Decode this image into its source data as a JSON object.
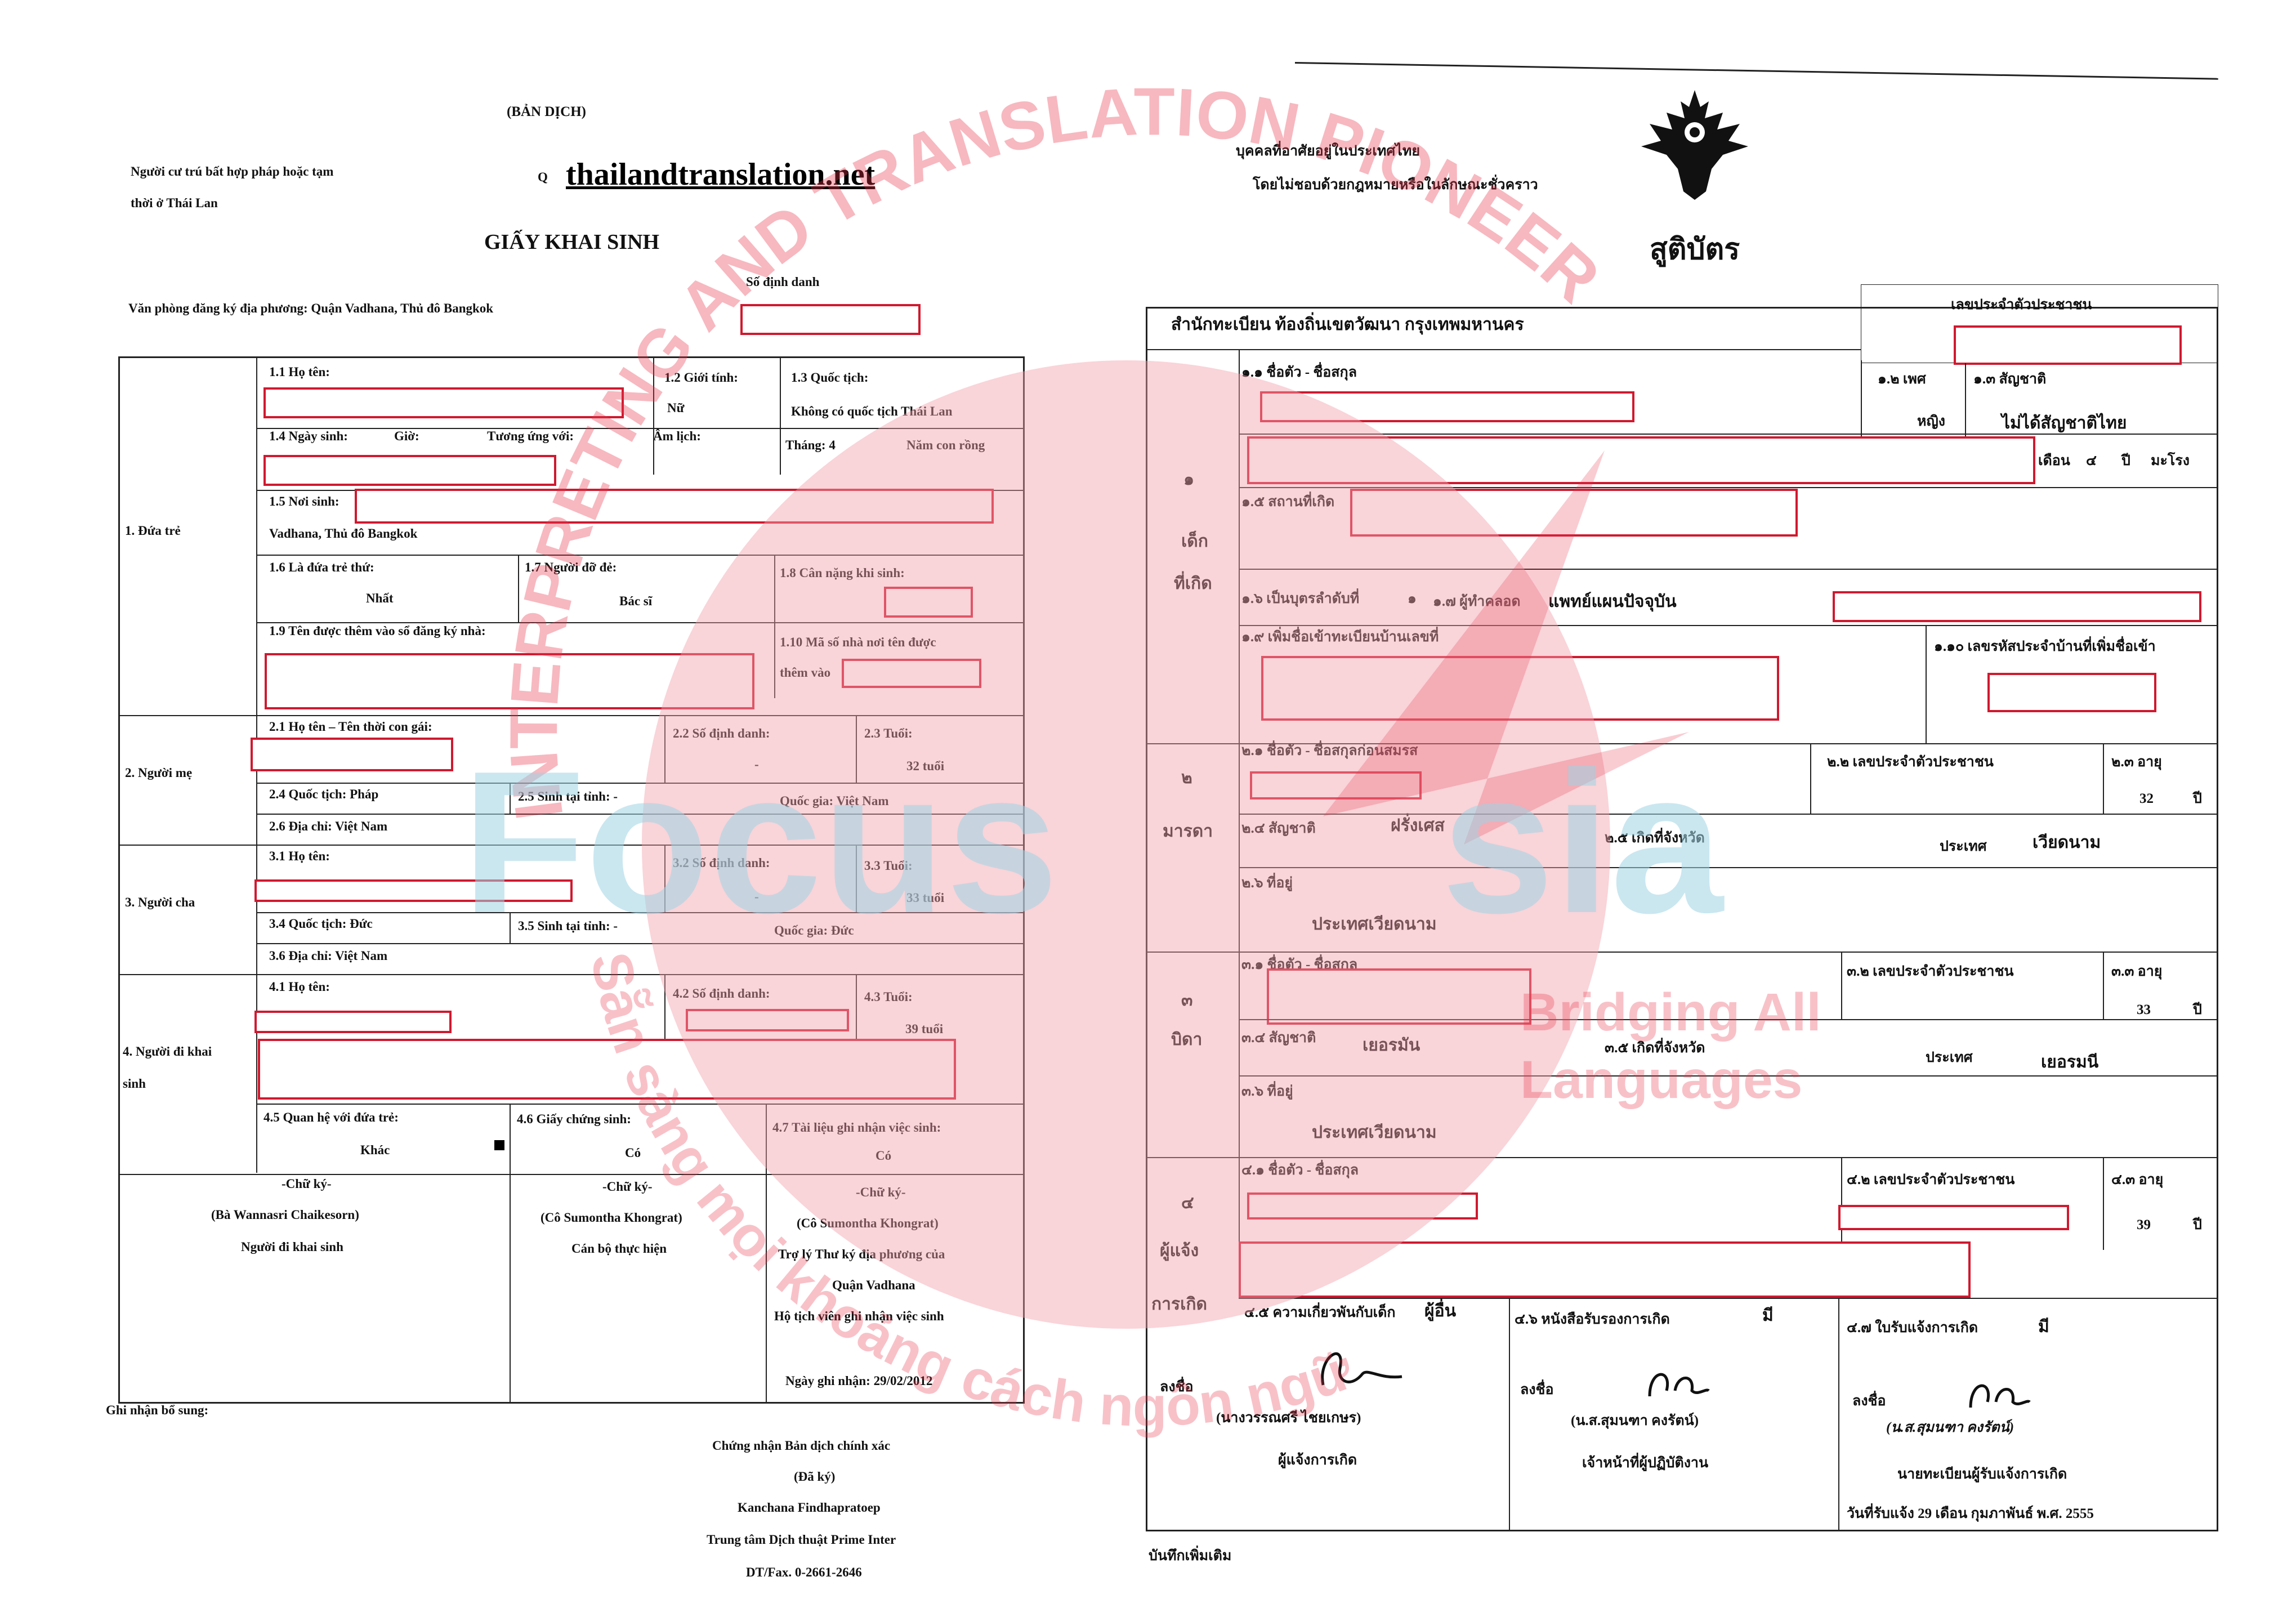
{
  "left_doc": {
    "header_ban_dich": "(BẢN DỊCH)",
    "header_cu_tru": "Người cư trú bất hợp pháp hoặc tạm",
    "header_cu_tru2": "thời ở Thái Lan",
    "website": "thailandtranslation.net",
    "website_prefix": "Q",
    "title": "GIẤY KHAI SINH",
    "so_dinh_danh": "Số định danh",
    "van_phong": "Văn phòng đăng ký địa phương: Quận Vadhana, Thủ đô Bangkok",
    "sec1": "1. Đứa trẻ",
    "f1_1": "1.1 Họ tên:",
    "f1_2": "1.2 Giới tính:",
    "f1_2_val": "Nữ",
    "f1_3": "1.3 Quốc tịch:",
    "f1_3_val": "Không có quốc tịch Thái Lan",
    "f1_4": "1.4 Ngày sinh:",
    "gio": "Giờ:",
    "tuong_ung": "Tương ứng với:",
    "am_lich": "Âm lịch:",
    "thang": "Tháng: 4",
    "nam": "Năm con rồng",
    "f1_5": "1.5 Nơi sinh:",
    "f1_5_val": "Vadhana, Thủ đô Bangkok",
    "f1_6": "1.6 Là đứa trẻ thứ:",
    "f1_6_val": "Nhất",
    "f1_7": "1.7 Người đỡ đẻ:",
    "f1_7_val": "Bác sĩ",
    "f1_8": "1.8 Cân nặng khi sinh:",
    "f1_9": "1.9 Tên được thêm vào sổ đăng ký nhà:",
    "f1_10": "1.10 Mã số nhà nơi tên được",
    "f1_10b": "thêm vào",
    "sec2": "2. Người mẹ",
    "f2_1": "2.1 Họ tên – Tên thời con gái:",
    "f2_2": "2.2 Số định danh:",
    "f2_2_val": "-",
    "f2_3": "2.3 Tuổi:",
    "f2_3_val": "32 tuổi",
    "f2_4": "2.4 Quốc tịch: Pháp",
    "f2_5": "2.5 Sinh tại tỉnh: -",
    "f2_5b": "Quốc gia: Việt Nam",
    "f2_6": "2.6 Địa chỉ: Việt Nam",
    "sec3": "3. Người cha",
    "f3_1": "3.1 Họ tên:",
    "f3_2": "3.2 Số định danh:",
    "f3_2_val": "-",
    "f3_3": "3.3 Tuổi:",
    "f3_3_val": "33 tuổi",
    "f3_4": "3.4 Quốc tịch: Đức",
    "f3_5": "3.5 Sinh tại tỉnh: -",
    "f3_5b": "Quốc gia: Đức",
    "f3_6": "3.6 Địa chỉ: Việt Nam",
    "sec4": "4. Người đi khai",
    "sec4b": "sinh",
    "f4_1": "4.1 Họ tên:",
    "f4_2": "4.2 Số định danh:",
    "f4_3": "4.3 Tuổi:",
    "f4_3_val": "39 tuổi",
    "f4_5": "4.5 Quan hệ với đứa trẻ:",
    "f4_5_val": "Khác",
    "f4_6": "4.6 Giấy chứng sinh:",
    "f4_6_val": "Có",
    "f4_7": "4.7 Tài liệu ghi nhận việc sinh:",
    "f4_7_val": "Có",
    "sig1_a": "-Chữ ký-",
    "sig1_b": "(Bà Wannasri Chaikesorn)",
    "sig1_c": "Người đi khai sinh",
    "sig2_a": "-Chữ ký-",
    "sig2_b": "(Cô Sumontha Khongrat)",
    "sig2_c": "Cán bộ thực hiện",
    "sig3_a": "-Chữ ký-",
    "sig3_b": "(Cô Sumontha Khongrat)",
    "sig3_c": "Trợ lý Thư ký địa phương của",
    "sig3_d": "Quận Vadhana",
    "sig3_e": "Hộ tịch viên ghi nhận việc sinh",
    "ngay_ghi_nhan": "Ngày ghi nhận: 29/02/2012",
    "ghi_nhan": "Ghi nhận bổ sung:",
    "cert1": "Chứng nhận Bản dịch chính xác",
    "cert2": "(Đã ký)",
    "cert3": "Kanchana Findhapratoep",
    "cert4": "Trung tâm Dịch thuật Prime Inter",
    "cert5": "DT/Fax. 0-2661-2646"
  },
  "right_doc": {
    "note1": "บุคคลที่อาศัยอยู่ในประเทศไทย",
    "note2": "โดยไม่ชอบด้วยกฎหมายหรือในลักษณะชั่วคราว",
    "title": "สูติบัตร",
    "id_label": "เลขประจำตัวประชาชน",
    "office": "สำนักทะเบียน ท้องถิ่นเขตวัฒนา กรุงเทพมหานคร",
    "r1_1": "๑.๑ ชื่อตัว - ชื่อสกุล",
    "r1_2": "๑.๒ เพศ",
    "r1_2_val": "หญิง",
    "r1_3": "๑.๓ สัญชาติ",
    "r1_3_val": "ไม่ได้สัญชาติไทย",
    "r1_4b": "เดือน",
    "r1_4c": "๔",
    "r1_4d": "ปี",
    "r1_4e": "มะโรง",
    "r1_5": "๑.๕ สถานที่เกิด",
    "r1_6": "๑.๖ เป็นบุตรลำดับที่",
    "r1_6_val": "๑",
    "r1_7": "๑.๗ ผู้ทำคลอด",
    "r1_7_val": "แพทย์แผนปัจจุบัน",
    "r1_9": "๑.๙ เพิ่มชื่อเข้าทะเบียนบ้านเลขที่",
    "r1_10": "๑.๑๐ เลขรหัสประจำบ้านที่เพิ่มชื่อเข้า",
    "sec1_num": "๑",
    "sec1_a": "เด็ก",
    "sec1_b": "ที่เกิด",
    "sec2_num": "๒",
    "sec2_a": "มารดา",
    "r2_1": "๒.๑ ชื่อตัว - ชื่อสกุลก่อนสมรส",
    "r2_2": "๒.๒ เลขประจำตัวประชาชน",
    "r2_3": "๒.๓ อายุ",
    "r2_3_val": "32",
    "r2_year": "ปี",
    "r2_4": "๒.๔ สัญชาติ",
    "r2_4_val": "ฝรั่งเศส",
    "r2_5": "๒.๕ เกิดที่จังหวัด",
    "r2_5b": "ประเทศ",
    "r2_5_val": "เวียดนาม",
    "r2_6": "๒.๖ ที่อยู่",
    "r2_6_val": "ประเทศเวียดนาม",
    "sec3_num": "๓",
    "sec3_a": "บิดา",
    "r3_1": "๓.๑ ชื่อตัว - ชื่อสกุล",
    "r3_2": "๓.๒ เลขประจำตัวประชาชน",
    "r3_3": "๓.๓ อายุ",
    "r3_3_val": "33",
    "r3_year": "ปี",
    "r3_4": "๓.๔ สัญชาติ",
    "r3_4_val": "เยอรมัน",
    "r3_5": "๓.๕ เกิดที่จังหวัด",
    "r3_5b": "ประเทศ",
    "r3_5_val": "เยอรมนี",
    "r3_6": "๓.๖ ที่อยู่",
    "r3_6_val": "ประเทศเวียดนาม",
    "sec4_num": "๔",
    "sec4_a": "ผู้แจ้ง",
    "sec4_b": "การเกิด",
    "r4_1": "๔.๑ ชื่อตัว - ชื่อสกุล",
    "r4_2": "๔.๒ เลขประจำตัวประชาชน",
    "r4_3": "๔.๓ อายุ",
    "r4_3_val": "39",
    "r4_year": "ปี",
    "r4_5": "๔.๕ ความเกี่ยวพันกับเด็ก",
    "r4_5_val": "ผู้อื่น",
    "r4_6": "๔.๖ หนังสือรับรองการเกิด",
    "r4_6_val": "มี",
    "r4_7": "๔.๗ ใบรับแจ้งการเกิด",
    "r4_7_val": "มี",
    "sig_label": "ลงชื่อ",
    "sig1_name": "(นางวรรณศรี ไชยเกษร)",
    "sig1_role": "ผู้แจ้งการเกิด",
    "sig2_name": "(น.ส.สุมนฑา คงรัตน์)",
    "sig2_role": "เจ้าหน้าที่ผู้ปฏิบัติงาน",
    "sig3_name": "(น.ส.สุมนฑา คงรัตน์)",
    "sig3_role": "นายทะเบียนผู้รับแจ้งการเกิด",
    "sig3_date": "วันที่รับแจ้ง 29 เดือน กุมภาพันธ์ พ.ศ. 2555",
    "footer": "บันทึกเพิ่มเติม"
  },
  "watermark": {
    "arc_top": "INTERPRETING AND TRANSLATION PIONEER",
    "brand_left": "Focus",
    "brand_right": "sia",
    "tagline1": "Bridging All",
    "tagline2": "Languages",
    "arc_bottom": "Sẵn sàng mọi khoảng cách ngôn ngữ",
    "color_main": "#e8334a",
    "color_brand": "#9fd3e3"
  }
}
